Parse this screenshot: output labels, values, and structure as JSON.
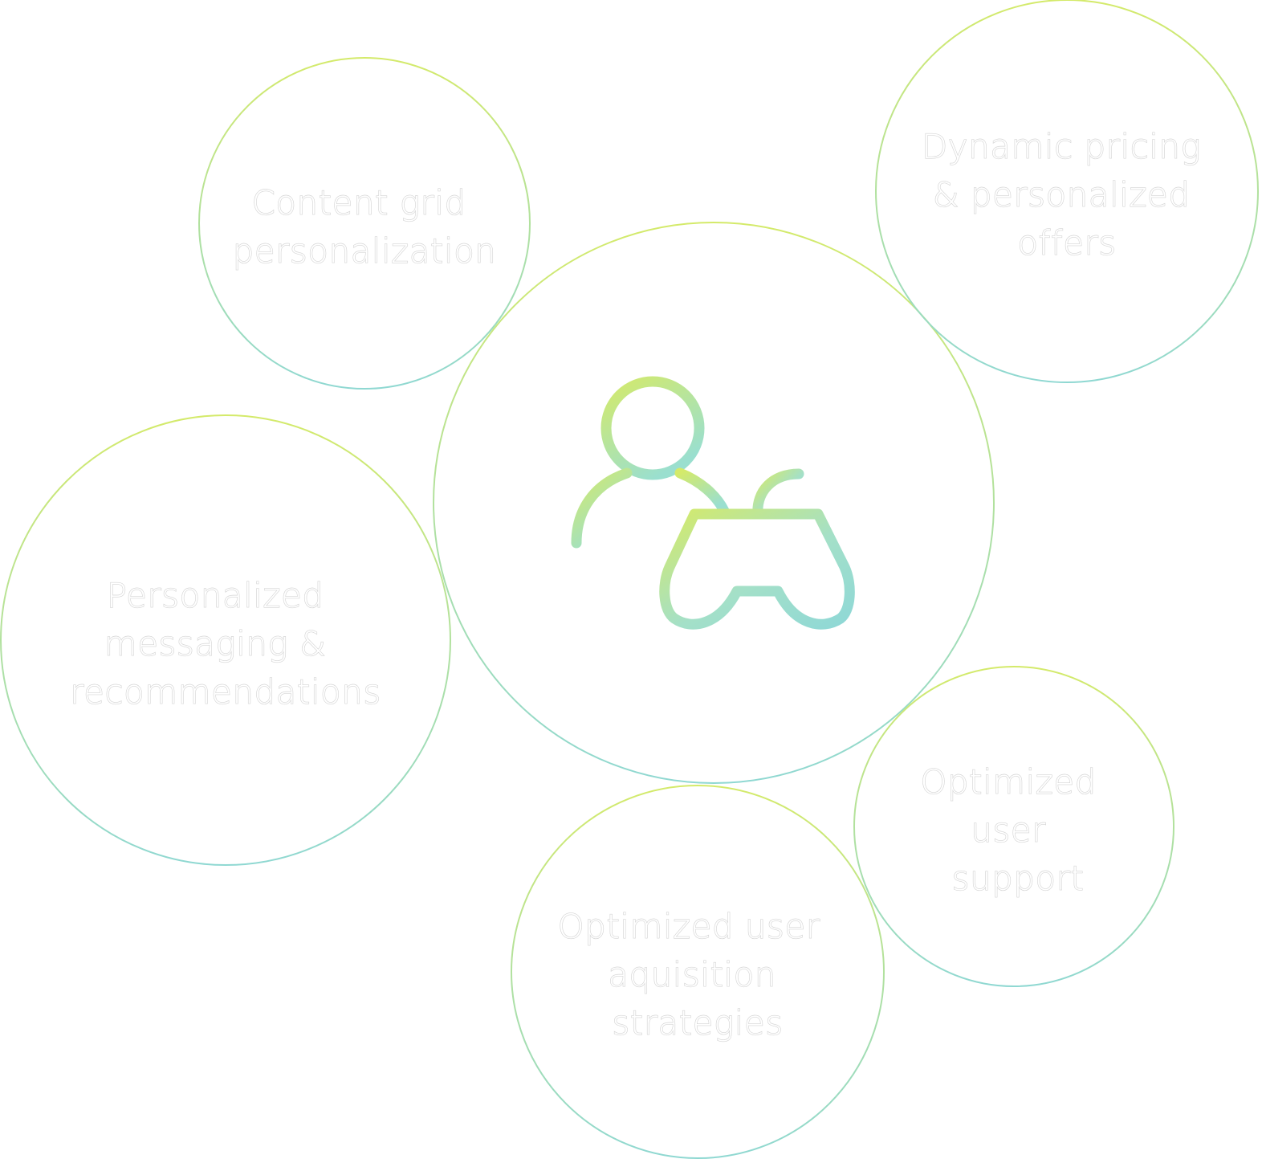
{
  "diagram": {
    "center_icon": "user-with-gamepad-icon",
    "colors": {
      "gradient_start": "#d4ea6a",
      "gradient_end": "#8fd8d2",
      "label_outline": "#d4d4d4",
      "background": "#ffffff"
    },
    "bubbles": [
      {
        "id": "content-grid",
        "lines": [
          "Content grid",
          "personalization"
        ]
      },
      {
        "id": "dynamic-pricing",
        "lines": [
          "Dynamic pricing",
          "& personalized",
          "offers"
        ]
      },
      {
        "id": "personalized-messaging",
        "lines": [
          "Personalized",
          "messaging &",
          "recommendations"
        ]
      },
      {
        "id": "optimized-user-support",
        "lines": [
          "Optimized",
          "user",
          "support"
        ]
      },
      {
        "id": "optimized-user-acquisition",
        "lines": [
          "Optimized user",
          "aquisition",
          "strategies"
        ]
      }
    ]
  }
}
